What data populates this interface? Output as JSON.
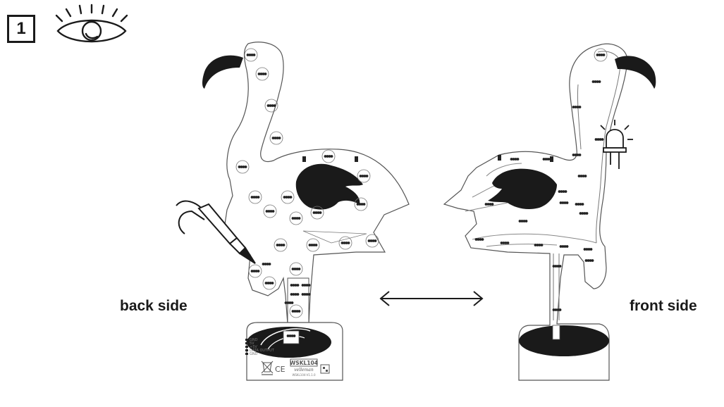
{
  "step": {
    "number": "1",
    "icon": "eye-icon"
  },
  "labels": {
    "back": "back side",
    "front": "front side"
  },
  "board": {
    "model_box": "WSKL104",
    "brand": "velleman",
    "board_code": "WSKL104-V1.1.0",
    "pins": [
      "GND",
      "5V",
      "+5V",
      "DATA OUTPUT",
      "GND"
    ]
  },
  "icons": [
    "soldering-iron-icon",
    "led-bulb-icon",
    "double-arrow-icon",
    "weee-bin-icon",
    "ce-mark-icon"
  ],
  "colors": {
    "ink": "#1a1a1a",
    "outline": "#555555"
  }
}
